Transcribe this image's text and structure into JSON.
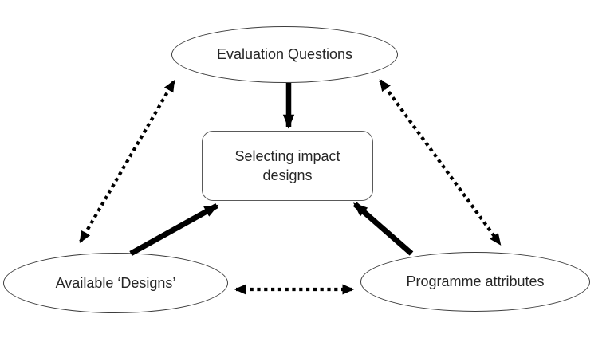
{
  "diagram": {
    "background_color": "#ffffff",
    "text_color": "#262626",
    "shape_outline_color": "#3d3d3d",
    "box_outline_color": "#595959",
    "arrow_color": "#000000",
    "nodes": {
      "evaluation_questions": {
        "label": "Evaluation Questions",
        "shape": "ellipse"
      },
      "selecting_impact_designs": {
        "label": "Selecting impact designs",
        "label_line1": "Selecting impact",
        "label_line2": "designs",
        "shape": "rounded-rectangle"
      },
      "available_designs": {
        "label": "Available ‘Designs’",
        "shape": "ellipse"
      },
      "programme_attributes": {
        "label": "Programme attributes",
        "shape": "ellipse"
      }
    },
    "edges": [
      {
        "from": "evaluation_questions",
        "to": "selecting_impact_designs",
        "style": "solid",
        "direction": "one-way"
      },
      {
        "from": "available_designs",
        "to": "selecting_impact_designs",
        "style": "solid",
        "direction": "one-way"
      },
      {
        "from": "programme_attributes",
        "to": "selecting_impact_designs",
        "style": "solid",
        "direction": "one-way"
      },
      {
        "from": "evaluation_questions",
        "to": "available_designs",
        "style": "dotted",
        "direction": "two-way"
      },
      {
        "from": "evaluation_questions",
        "to": "programme_attributes",
        "style": "dotted",
        "direction": "two-way"
      },
      {
        "from": "available_designs",
        "to": "programme_attributes",
        "style": "dotted",
        "direction": "two-way"
      }
    ]
  }
}
